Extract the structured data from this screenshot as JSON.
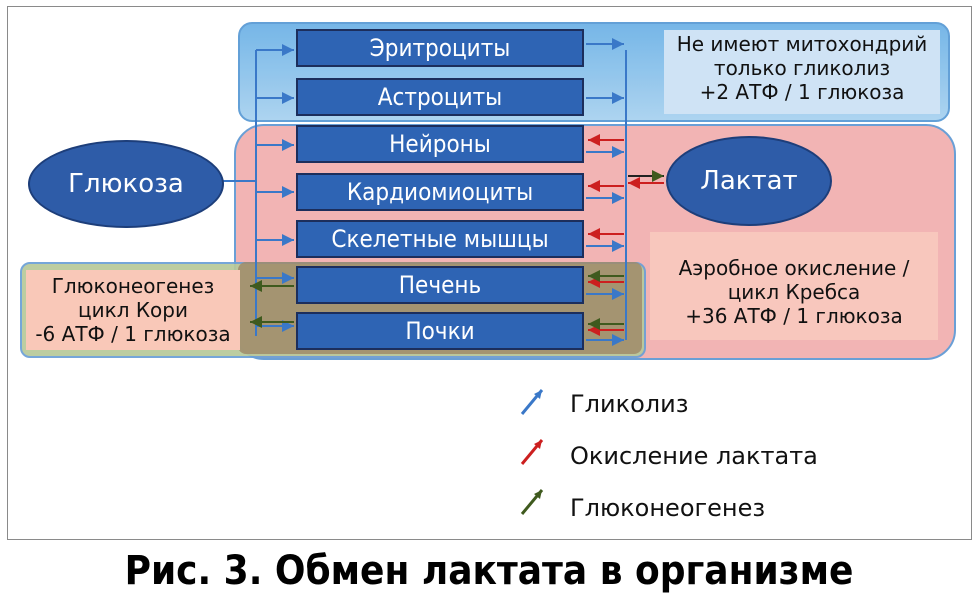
{
  "organs": [
    {
      "label": "Эритроциты"
    },
    {
      "label": "Астроциты"
    },
    {
      "label": "Нейроны"
    },
    {
      "label": "Кардиомиоциты"
    },
    {
      "label": "Скелетные мышцы"
    },
    {
      "label": "Печень"
    },
    {
      "label": "Почки"
    }
  ],
  "glucose": {
    "label": "Глюкоза"
  },
  "lactate": {
    "label": "Лактат"
  },
  "notes": {
    "top": [
      "Не имеют митохондрий",
      "только гликолиз",
      "+2 АТФ / 1 глюкоза"
    ],
    "red": [
      "Аэробное окисление /",
      "цикл Кребса",
      "+36 АТФ / 1 глюкоза"
    ],
    "green": [
      "Глюконеогенез",
      "цикл Кори",
      "-6 АТФ / 1 глюкоза"
    ]
  },
  "legend": [
    {
      "label": "Гликолиз",
      "icon": "blue-arrow-icon",
      "color": "#3a78c8"
    },
    {
      "label": "Окисление лактата",
      "icon": "red-arrow-icon",
      "color": "#cc1f1f"
    },
    {
      "label": "Глюконеогенез",
      "icon": "green-arrow-icon",
      "color": "#3f5a1e"
    }
  ],
  "caption": "Рис. 3. Обмен лактата в организме",
  "colors": {
    "glycolysis": "#3a78c8",
    "lactate_oxidation": "#cc1f1f",
    "gluconeogenesis": "#3f5a1e"
  }
}
